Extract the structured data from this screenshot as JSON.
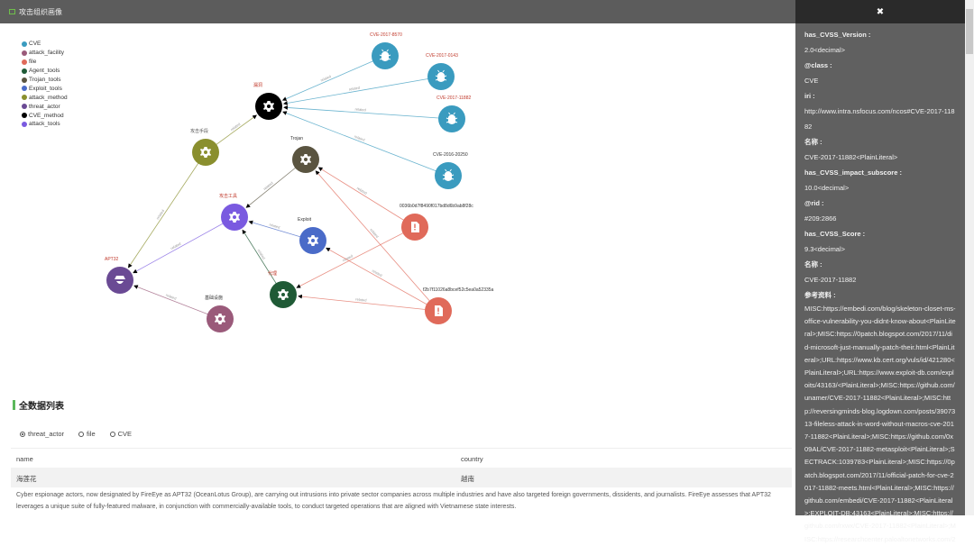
{
  "header": {
    "title": "攻击组织画像"
  },
  "legend": [
    {
      "label": "CVE",
      "color": "#3a9bbf"
    },
    {
      "label": "attack_facility",
      "color": "#9a5a7a"
    },
    {
      "label": "file",
      "color": "#e06a5a"
    },
    {
      "label": "Agent_tools",
      "color": "#1f5a36"
    },
    {
      "label": "Trojan_tools",
      "color": "#5a5440"
    },
    {
      "label": "Exploit_tools",
      "color": "#4a6bc8"
    },
    {
      "label": "attack_method",
      "color": "#8a8f2e"
    },
    {
      "label": "threat_actor",
      "color": "#6a4a94"
    },
    {
      "label": "CVE_method",
      "color": "#000000"
    },
    {
      "label": "attack_tools",
      "color": "#7a5ae0"
    }
  ],
  "graph": {
    "edge_label": "related",
    "nodes": [
      {
        "id": "vuln",
        "label": "漏洞",
        "type": "CVE_method",
        "icon": "gear",
        "label_color": "#c0392b"
      },
      {
        "id": "c8570",
        "label": "CVE-2017-8570",
        "type": "CVE",
        "icon": "bug",
        "label_color": "#c0392b"
      },
      {
        "id": "c0143",
        "label": "CVE-2017-0143",
        "type": "CVE",
        "icon": "bug",
        "label_color": "#c0392b"
      },
      {
        "id": "c11882",
        "label": "CVE-2017-11882",
        "type": "CVE",
        "icon": "bug",
        "label_color": "#c0392b"
      },
      {
        "id": "c20250",
        "label": "CVE-2016-20250",
        "type": "CVE",
        "icon": "bug",
        "label_color": "#333"
      },
      {
        "id": "method",
        "label": "攻击手段",
        "type": "attack_method",
        "icon": "gear",
        "label_color": "#555"
      },
      {
        "id": "trojan",
        "label": "Trojan",
        "type": "Trojan_tools",
        "icon": "gear",
        "label_color": "#333"
      },
      {
        "id": "tools",
        "label": "攻击工具",
        "type": "attack_tools",
        "icon": "gear",
        "label_color": "#c0392b"
      },
      {
        "id": "exploit",
        "label": "Exploit",
        "type": "Exploit_tools",
        "icon": "gear",
        "label_color": "#333"
      },
      {
        "id": "agent",
        "label": "代理",
        "type": "Agent_tools",
        "icon": "gear",
        "label_color": "#c0392b"
      },
      {
        "id": "f1",
        "label": "0036b0d7f8490f017bd8d6b9ab8f28c",
        "type": "file",
        "icon": "file",
        "label_color": "#333"
      },
      {
        "id": "f2",
        "label": "f2b7f11026a8bcef52c5ea0a52335a",
        "type": "file",
        "icon": "file",
        "label_color": "#333"
      },
      {
        "id": "apt",
        "label": "APT32",
        "type": "threat_actor",
        "icon": "spy",
        "label_color": "#c0392b"
      },
      {
        "id": "facility",
        "label": "基础设施",
        "type": "attack_facility",
        "icon": "gear",
        "label_color": "#333"
      }
    ],
    "edges": [
      [
        "c8570",
        "vuln"
      ],
      [
        "c0143",
        "vuln"
      ],
      [
        "c11882",
        "vuln"
      ],
      [
        "c20250",
        "vuln"
      ],
      [
        "method",
        "vuln"
      ],
      [
        "method",
        "apt"
      ],
      [
        "tools",
        "apt"
      ],
      [
        "facility",
        "apt"
      ],
      [
        "trojan",
        "tools"
      ],
      [
        "exploit",
        "tools"
      ],
      [
        "agent",
        "tools"
      ],
      [
        "f1",
        "trojan"
      ],
      [
        "f2",
        "trojan"
      ],
      [
        "f1",
        "agent"
      ],
      [
        "f2",
        "agent"
      ],
      [
        "f2",
        "exploit"
      ]
    ]
  },
  "table": {
    "section_title": "全数据列表",
    "radios": [
      {
        "label": "threat_actor",
        "checked": true
      },
      {
        "label": "file",
        "checked": false
      },
      {
        "label": "CVE",
        "checked": false
      }
    ],
    "columns": [
      "name",
      "country"
    ],
    "rows": [
      {
        "name": "海莲花",
        "country": "越南"
      }
    ],
    "description": "Cyber espionage actors, now designated by FireEye as APT32 (OceanLotus Group), are carrying out intrusions into private sector companies across multiple industries and have also targeted foreign governments, dissidents, and journalists. FireEye assesses that APT32 leverages a unique suite of fully-featured malware, in conjunction with commercially-available tools, to conduct targeted operations that are aligned with Vietnamese state interests."
  },
  "panel": {
    "close": "✖",
    "fields": [
      {
        "k": "has_CVSS_Version :",
        "v": "2.0<decimal>"
      },
      {
        "k": "@class :",
        "v": "CVE"
      },
      {
        "k": "iri :",
        "v": "http://www.intra.nsfocus.com/ncos#CVE-2017-11882"
      },
      {
        "k": "名称 :",
        "v": "CVE-2017-11882<PlainLiteral>"
      },
      {
        "k": "has_CVSS_impact_subscore :",
        "v": "10.0<decimal>"
      },
      {
        "k": "@rid :",
        "v": "#209:2866"
      },
      {
        "k": "has_CVSS_Score :",
        "v": "9.3<decimal>"
      },
      {
        "k": "名称 :",
        "v": "CVE-2017-11882"
      },
      {
        "k": "参考资料 :",
        "v": "MISC:https://embedi.com/blog/skeleton-closet-ms-office-vulnerability-you-didnt-know-about<PlainLiteral>;MISC:https://0patch.blogspot.com/2017/11/did-microsoft-just-manually-patch-their.html<PlainLiteral>;URL:https://www.kb.cert.org/vuls/id/421280<PlainLiteral>;URL:https://www.exploit-db.com/exploits/43163/<PlainLiteral>;MISC:https://github.com/unamer/CVE-2017-11882<PlainLiteral>;MISC:http://reversingminds-blog.logdown.com/posts/3907313-fileless-attack-in-word-without-macros-cve-2017-11882<PlainLiteral>;MISC:https://github.com/0x09AL/CVE-2017-11882-metasploit<PlainLiteral>;SECTRACK:1039783<PlainLiteral>;MISC:https://0patch.blogspot.com/2017/11/official-patch-for-cve-2017-11882-meets.html<PlainLiteral>;MISC:https://github.com/embedi/CVE-2017-11882<PlainLiteral>;EXPLOIT-DB:43163<PlainLiteral>;MISC:https://github.com/rxwx/CVE-2017-11882<PlainLiteral>;MISC:https://researchcenter.paloaltonetworks.com/2"
      }
    ]
  }
}
